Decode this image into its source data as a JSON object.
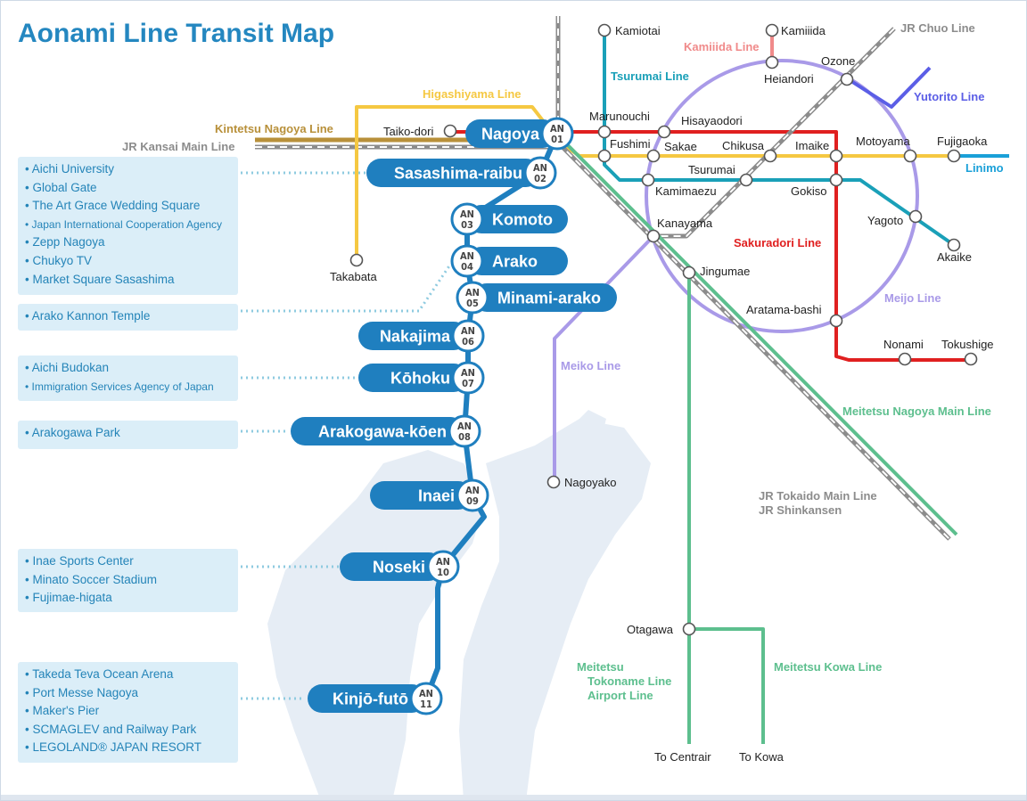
{
  "map_title": "Aonami Line Transit Map",
  "aonami_line": {
    "color": "#1f7fbf",
    "stations": [
      {
        "code_prefix": "AN",
        "code_num": "01",
        "name": "Nagoya"
      },
      {
        "code_prefix": "AN",
        "code_num": "02",
        "name": "Sasashima-raibu"
      },
      {
        "code_prefix": "AN",
        "code_num": "03",
        "name": "Komoto"
      },
      {
        "code_prefix": "AN",
        "code_num": "04",
        "name": "Arako"
      },
      {
        "code_prefix": "AN",
        "code_num": "05",
        "name": "Minami-arako"
      },
      {
        "code_prefix": "AN",
        "code_num": "06",
        "name": "Nakajima"
      },
      {
        "code_prefix": "AN",
        "code_num": "07",
        "name": "Kōhoku"
      },
      {
        "code_prefix": "AN",
        "code_num": "08",
        "name": "Arakogawa-kōen"
      },
      {
        "code_prefix": "AN",
        "code_num": "09",
        "name": "Inaei"
      },
      {
        "code_prefix": "AN",
        "code_num": "10",
        "name": "Noseki"
      },
      {
        "code_prefix": "AN",
        "code_num": "11",
        "name": "Kinjō-futō"
      }
    ]
  },
  "attractions": [
    {
      "station": "Sasashima-raibu",
      "items": [
        "Aichi University",
        "Global Gate",
        "The Art Grace Wedding Square",
        "Japan International Cooperation Agency",
        "Zepp Nagoya",
        "Chukyo TV",
        "Market Square Sasashima"
      ]
    },
    {
      "station": "Arako",
      "items": [
        "Arako Kannon Temple"
      ]
    },
    {
      "station": "Kōhoku",
      "items": [
        "Aichi Budokan",
        "Immigration Services Agency of Japan"
      ]
    },
    {
      "station": "Arakogawa-kōen",
      "items": [
        "Arakogawa Park"
      ]
    },
    {
      "station": "Noseki",
      "items": [
        "Inae Sports Center",
        "Minato Soccer Stadium",
        "Fujimae-higata"
      ]
    },
    {
      "station": "Kinjō-futō",
      "items": [
        "Takeda Teva Ocean Arena",
        "Port Messe Nagoya",
        "Maker's Pier",
        "SCMAGLEV and Railway Park",
        "LEGOLAND® JAPAN RESORT"
      ]
    }
  ],
  "lines": {
    "higashiyama": {
      "name": "Higashiyama Line",
      "color": "#f5c842"
    },
    "kintetsu": {
      "name": "Kintetsu Nagoya Line",
      "color": "#b8903a"
    },
    "jr_kansai": {
      "name": "JR Kansai Main Line",
      "color": "#8c8c8c"
    },
    "tsurumai": {
      "name": "Tsurumai Line",
      "color": "#1aa0b8"
    },
    "kamiiida": {
      "name": "Kamiiida Line",
      "color": "#f08a8a"
    },
    "jr_chuo": {
      "name": "JR Chuo Line",
      "color": "#8c8c8c"
    },
    "yutorito": {
      "name": "Yutorito Line",
      "color": "#5b5ee6"
    },
    "linimo": {
      "name": "Linimo",
      "color": "#1aa0d8"
    },
    "sakuradori": {
      "name": "Sakuradori Line",
      "color": "#e02020"
    },
    "meijo": {
      "name": "Meijo Line",
      "color": "#a99ae8"
    },
    "meiko": {
      "name": "Meiko Line",
      "color": "#a99ae8"
    },
    "meitetsu_main": {
      "name": "Meitetsu Nagoya Main Line",
      "color": "#5dbf8e"
    },
    "jr_tokaido": {
      "name": "JR Tokaido Main Line",
      "color": "#8c8c8c"
    },
    "jr_shinkansen": {
      "name": "JR Shinkansen",
      "color": "#8c8c8c"
    },
    "tokoname_1": {
      "name": "Meitetsu",
      "color": "#5dbf8e"
    },
    "tokoname_2": {
      "name": "Tokoname Line",
      "color": "#5dbf8e"
    },
    "tokoname_3": {
      "name": "Airport Line",
      "color": "#5dbf8e"
    },
    "kowa": {
      "name": "Meitetsu Kowa Line",
      "color": "#5dbf8e"
    }
  },
  "other_stations": {
    "taiko_dori": "Taiko-dori",
    "takabata": "Takabata",
    "kamiotai": "Kamiotai",
    "kamiiida": "Kamiiida",
    "heiandori": "Heiandori",
    "ozone": "Ozone",
    "marunouchi": "Marunouchi",
    "hisayaodori": "Hisayaodori",
    "fushimi": "Fushimi",
    "sakae": "Sakae",
    "chikusa": "Chikusa",
    "imaike": "Imaike",
    "motoyama": "Motoyama",
    "fujigaoka": "Fujigaoka",
    "tsurumai": "Tsurumai",
    "kamimaezu": "Kamimaezu",
    "gokiso": "Gokiso",
    "kanayama": "Kanayama",
    "yagoto": "Yagoto",
    "akaike": "Akaike",
    "jingumae": "Jingumae",
    "aratama_bashi": "Aratama-bashi",
    "nonami": "Nonami",
    "tokushige": "Tokushige",
    "nagoyako": "Nagoyako",
    "otagawa": "Otagawa"
  },
  "destinations": {
    "centrair": "To Centrair",
    "kowa": "To Kowa"
  }
}
